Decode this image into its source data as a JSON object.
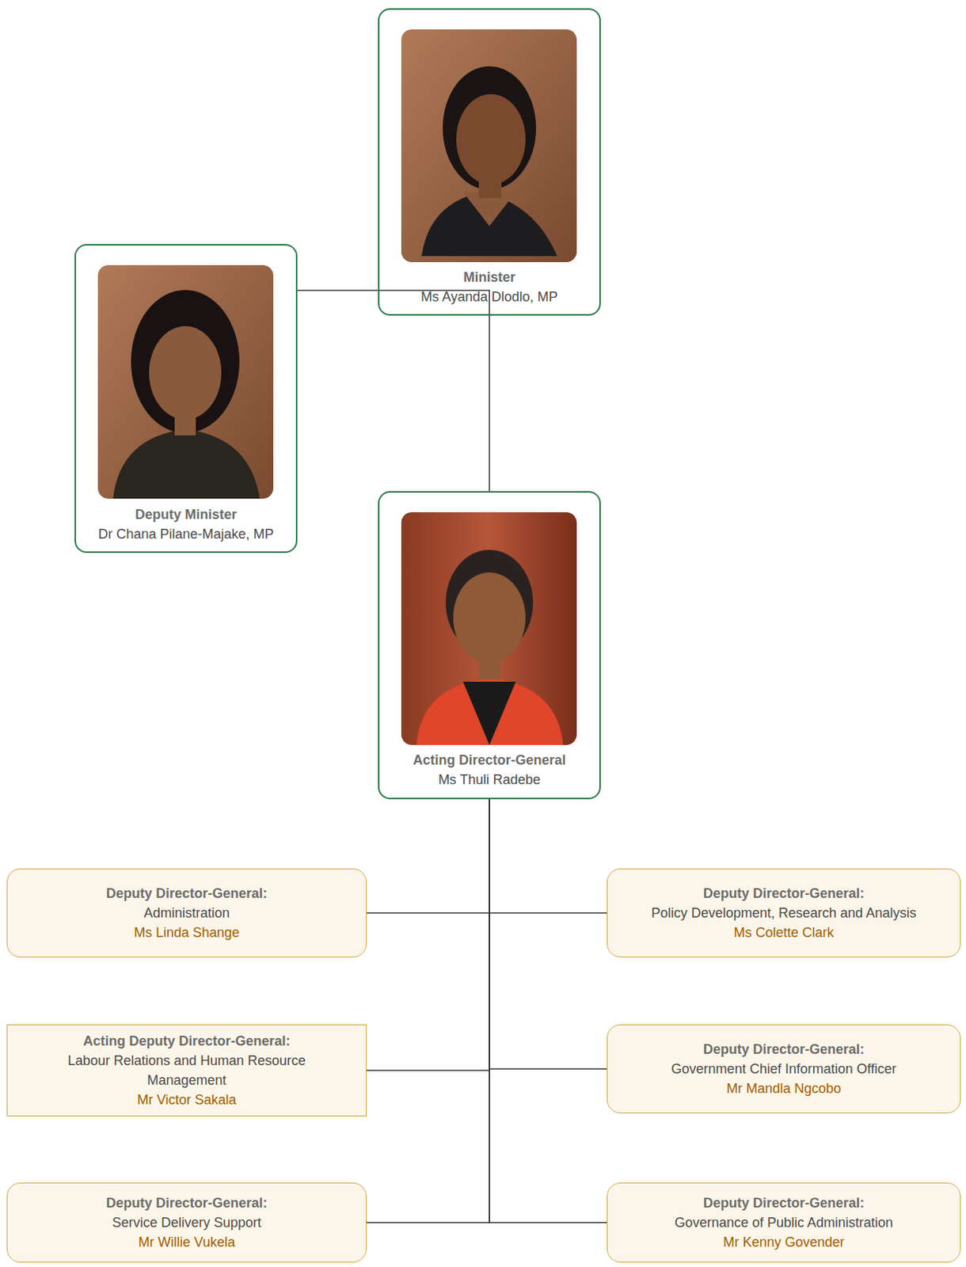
{
  "diagram": {
    "nodes": [
      {
        "text": [
          "Minister",
          "Ms Ayanda Dlodlo, MP"
        ]
      },
      {
        "text": [
          "Deputy Minister",
          "Dr Chana Pilane-Majake, MP"
        ]
      },
      {
        "text": [
          "Acting Director-General",
          "Ms Thuli Radebe"
        ]
      },
      {
        "text": [
          "Deputy Director-General:",
          "Administration",
          "Ms Linda Shange"
        ]
      },
      {
        "text": [
          "Deputy Director-General:",
          "Policy Development, Research and Analysis",
          "Ms Colette Clark"
        ]
      },
      {
        "text": [
          "Acting Deputy Director-General:",
          "Labour Relations and Human Resource Management",
          "Mr Victor Sakala"
        ]
      },
      {
        "text": [
          "Deputy Director-General:",
          "Government Chief Information Officer",
          "Mr Mandla Ngcobo"
        ]
      },
      {
        "text": [
          "Deputy Director-General:",
          "Service Delivery Support",
          "Mr Willie Vukela"
        ]
      },
      {
        "text": [
          "Deputy Director-General:",
          "Governance of Public Administration",
          "Mr Kenny Govender"
        ]
      }
    ],
    "edges": [
      {
        "from": 0,
        "to": 1,
        "arrow": "none"
      },
      {
        "from": 0,
        "to": 2,
        "arrow": "none"
      },
      {
        "from": 2,
        "to": 3,
        "arrow": "none"
      },
      {
        "from": 2,
        "to": 4,
        "arrow": "none"
      },
      {
        "from": 2,
        "to": 5,
        "arrow": "none"
      },
      {
        "from": 2,
        "to": 6,
        "arrow": "none"
      },
      {
        "from": 2,
        "to": 7,
        "arrow": "none"
      },
      {
        "from": 2,
        "to": 8,
        "arrow": "none"
      }
    ]
  }
}
